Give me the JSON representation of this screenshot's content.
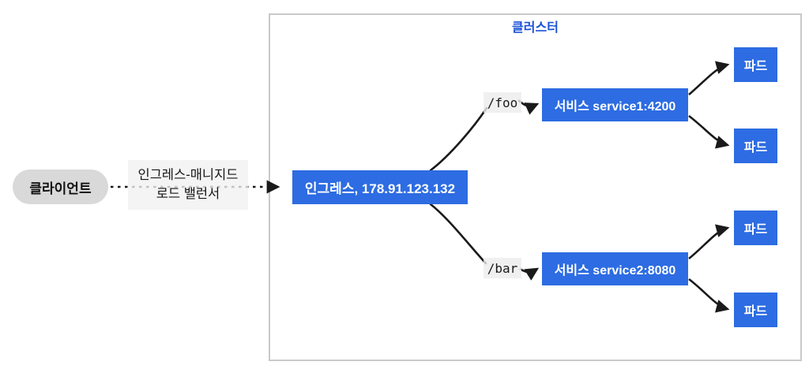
{
  "diagram": {
    "cluster": {
      "label": "클러스터"
    },
    "client": {
      "label": "클라이언트"
    },
    "load_balancer": {
      "line1": "인그레스-매니지드",
      "line2": "로드 밸런서"
    },
    "ingress": {
      "label": "인그레스, 178.91.123.132"
    },
    "routes": [
      {
        "path": "/foo"
      },
      {
        "path": "/bar"
      }
    ],
    "services": [
      {
        "label": "서비스 service1:4200"
      },
      {
        "label": "서비스 service2:8080"
      }
    ],
    "pods": [
      {
        "label": "파드"
      },
      {
        "label": "파드"
      },
      {
        "label": "파드"
      },
      {
        "label": "파드"
      }
    ],
    "colors": {
      "node_blue": "#2d6ce2",
      "node_text": "#ffffff",
      "cluster_border": "#c9c9c9",
      "cluster_label": "#1c52d6",
      "client_bg": "#d9d9d9",
      "label_bg": "#f1f1f1",
      "arrow": "#1a1a1a"
    }
  }
}
